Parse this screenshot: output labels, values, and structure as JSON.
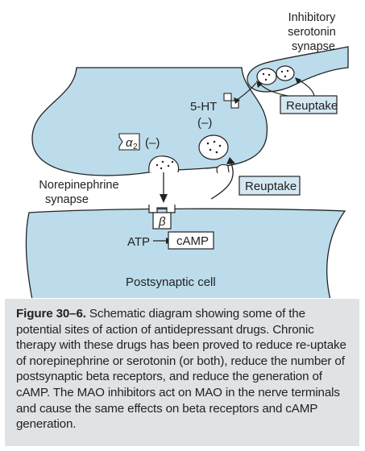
{
  "labels": {
    "inhibitory_synapse": [
      "Inhibitory",
      "serotonin",
      "synapse"
    ],
    "serotonin_receptor": "5-HT",
    "serotonin_effect": "(–)",
    "alpha2_receptor": "α",
    "alpha2_subscript": "2",
    "alpha2_effect": "(–)",
    "norepinephrine_synapse": [
      "Norepinephrine",
      "synapse"
    ],
    "beta_receptor": "β",
    "atp": "ATP",
    "camp": "cAMP",
    "postsynaptic_cell": "Postsynaptic cell",
    "reuptake_upper": "Reuptake",
    "reuptake_lower": "Reuptake"
  },
  "caption": {
    "figure_number": "Figure 30–6.",
    "text": " Schematic diagram showing some of the potential sites of action of antidepressant drugs. Chronic therapy with these drugs has been proved to reduce re-uptake of norepinephrine or serotonin (or both), reduce the number of postsynaptic beta receptors, and reduce the generation of cAMP. The MAO inhibitors act on MAO in the nerve terminals and cause the same effects on beta receptors and cAMP generation."
  },
  "colors": {
    "cell_fill": "#bcdcec",
    "cell_stroke": "#222222",
    "box_fill": "#d4e8f2",
    "caption_bg": "#dfe3e6"
  }
}
